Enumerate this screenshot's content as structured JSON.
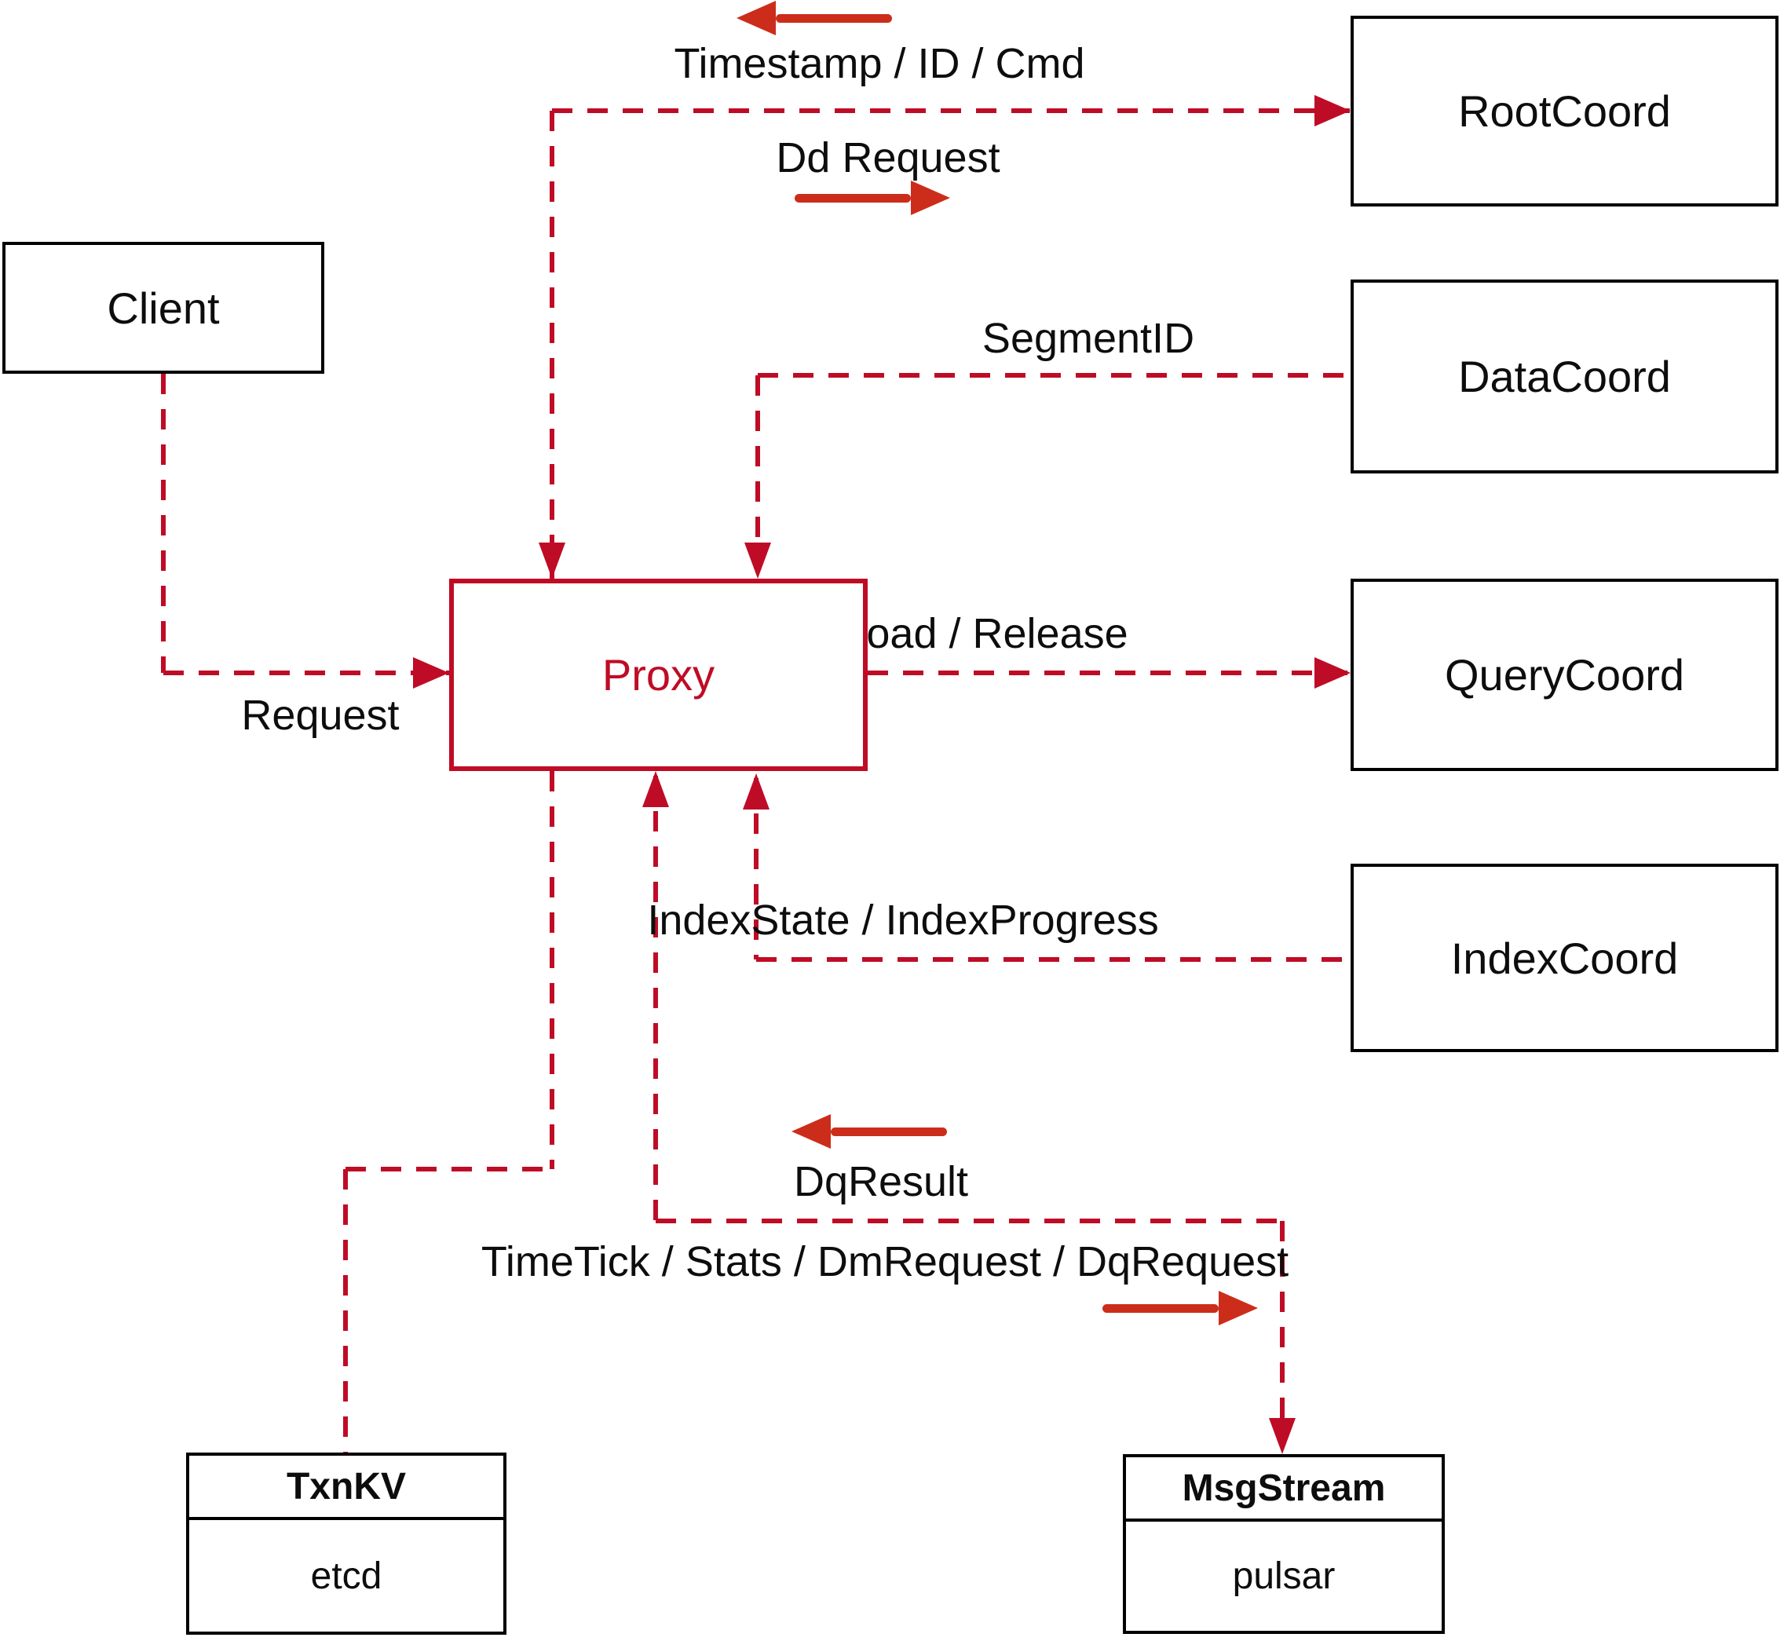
{
  "diagram": {
    "nodes": {
      "client": {
        "label": "Client"
      },
      "proxy": {
        "label": "Proxy"
      },
      "rootcoord": {
        "label": "RootCoord"
      },
      "datacoord": {
        "label": "DataCoord"
      },
      "querycoord": {
        "label": "QueryCoord"
      },
      "indexcoord": {
        "label": "IndexCoord"
      },
      "txnkv": {
        "title": "TxnKV",
        "subtitle": "etcd"
      },
      "msgstream": {
        "title": "MsgStream",
        "subtitle": "pulsar"
      }
    },
    "edge_labels": {
      "timestamp": "Timestamp / ID / Cmd",
      "dd_request": "Dd Request",
      "segment_id": "SegmentID",
      "load_release": "Load / Release",
      "index_state": "IndexState / IndexProgress",
      "request": "Request",
      "dq_result": "DqResult",
      "time_tick": "TimeTick / Stats / DmRequest / DqRequest"
    },
    "colors": {
      "dash": "#bf0c26",
      "arrow": "#cc2d1a",
      "border": "#000000",
      "text": "#0d0d0d"
    }
  }
}
